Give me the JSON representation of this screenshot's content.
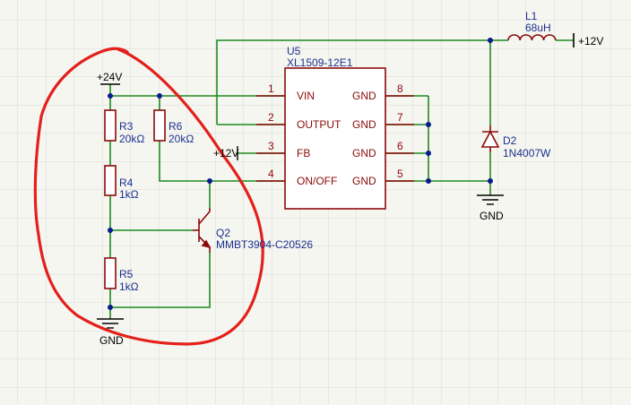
{
  "colors": {
    "background": "#f6f6f1",
    "grid": "#d8d8d8",
    "wire": "#1f8a1f",
    "component": "#8b0a0a",
    "label": "#1a2f8f",
    "junction": "#0a1a8f",
    "annotation": "#e3201b"
  },
  "u5": {
    "ref": "U5",
    "part": "XL1509-12E1",
    "pins_left": [
      {
        "num": "1",
        "name": "VIN"
      },
      {
        "num": "2",
        "name": "OUTPUT"
      },
      {
        "num": "3",
        "name": "FB"
      },
      {
        "num": "4",
        "name": "ON/OFF"
      }
    ],
    "pins_right": [
      {
        "num": "8",
        "name": "GND"
      },
      {
        "num": "7",
        "name": "GND"
      },
      {
        "num": "6",
        "name": "GND"
      },
      {
        "num": "5",
        "name": "GND"
      }
    ]
  },
  "l1": {
    "ref": "L1",
    "value": "68uH"
  },
  "d2": {
    "ref": "D2",
    "value": "1N4007W"
  },
  "r3": {
    "ref": "R3",
    "value": "20kΩ"
  },
  "r4": {
    "ref": "R4",
    "value": "1kΩ"
  },
  "r5": {
    "ref": "R5",
    "value": "1kΩ"
  },
  "r6": {
    "ref": "R6",
    "value": "20kΩ"
  },
  "q2": {
    "ref": "Q2",
    "value": "MMBT3904-C20526"
  },
  "nets": {
    "vin": "+24V",
    "out": "+12V",
    "fb": "+12V",
    "gnd_left": "GND",
    "gnd_right": "GND"
  }
}
